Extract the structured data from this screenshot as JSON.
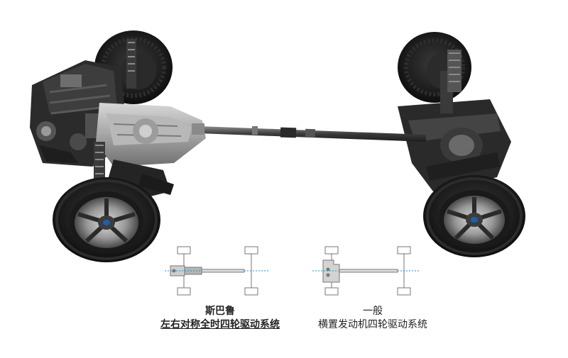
{
  "captions": {
    "subaru": {
      "brand": "斯巴鲁",
      "system": "左右对称全时四轮驱动系统"
    },
    "generic": {
      "label": "一般",
      "system": "横置发动机四轮驱动系统"
    }
  },
  "colors": {
    "tire": "#1a1a1a",
    "tread": "#333333",
    "metal": "#8a8a8a",
    "shaft_line": "#1e8fcf",
    "diagram_outline": "#777777"
  }
}
